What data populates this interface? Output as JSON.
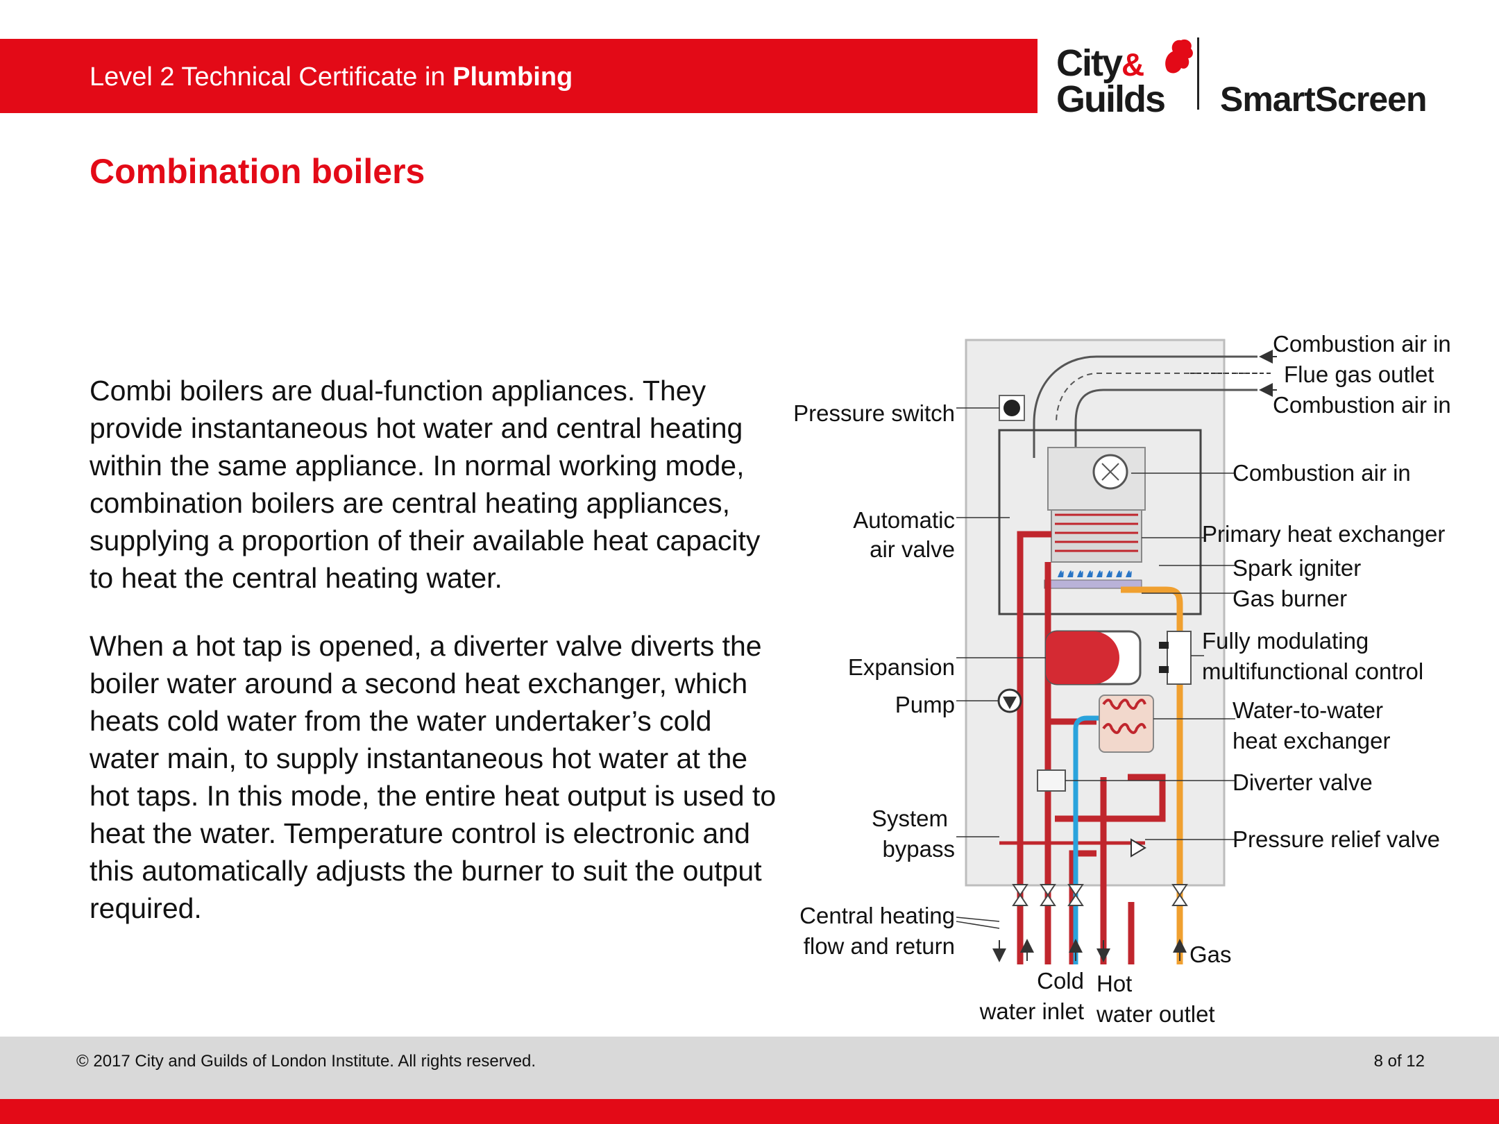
{
  "header": {
    "course_prefix": "Level 2 Technical Certificate in ",
    "course_bold": "Plumbing"
  },
  "logo": {
    "brand_line1": "City",
    "brand_amp": "&",
    "brand_line2": "Guilds",
    "product": "SmartScreen"
  },
  "page_title": "Combination boilers",
  "paragraphs": [
    "Combi  boilers are dual-function appliances. They provide instantaneous hot water and central heating within the same appliance. In normal working mode, combination boilers are central heating appliances, supplying a proportion of their available heat capacity to heat the central heating water.",
    "When a hot tap is opened, a diverter valve diverts the boiler water around a second heat exchanger, which heats cold water from the water undertaker’s cold water main, to supply instantaneous hot water at the hot taps. In this mode, the entire heat output is used to heat the water. Temperature control is electronic and this automatically adjusts the burner to suit the output required."
  ],
  "diagram": {
    "labels": {
      "combustion_air_in_1": "Combustion air in",
      "flue_gas_outlet": "Flue gas outlet",
      "combustion_air_in_2": "Combustion air in",
      "pressure_switch": "Pressure switch",
      "combustion_air_in_3": "Combustion air in",
      "automatic_air_valve_1": "Automatic",
      "automatic_air_valve_2": "air valve",
      "primary_heat_exchanger": "Primary heat exchanger",
      "spark_igniter": "Spark igniter",
      "gas_burner": "Gas burner",
      "fully_modulating_1": "Fully modulating",
      "fully_modulating_2": "multifunctional control",
      "expansion": "Expansion",
      "pump": "Pump",
      "water_to_water_1": "Water-to-water",
      "water_to_water_2": "heat exchanger",
      "diverter_valve": "Diverter valve",
      "system_bypass_1": "System",
      "system_bypass_2": "bypass",
      "pressure_relief_valve": "Pressure relief valve",
      "central_heating_1": "Central heating",
      "central_heating_2": "flow and return",
      "gas": "Gas",
      "cold_1": "Cold",
      "cold_2": "water inlet",
      "hot_1": "Hot",
      "hot_2": "water outlet"
    }
  },
  "footer": {
    "copyright": "© 2017 City and Guilds of London Institute. All rights reserved.",
    "page": "8 of 12"
  },
  "colors": {
    "brand_red": "#e30a17",
    "footer_grey": "#d9d9d9",
    "pipe_red": "#c0262d",
    "pipe_blue": "#2aa3dc",
    "pipe_orange": "#f0a030"
  }
}
